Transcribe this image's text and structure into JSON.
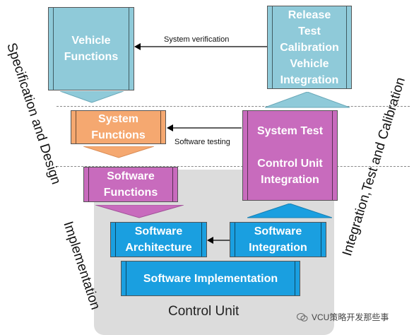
{
  "boxes": {
    "vehicle_functions": "Vehicle\nFunctions",
    "release": "Release\nTest\nCalibration\nVehicle\nIntegration",
    "system_functions": "System\nFunctions",
    "system_test": "System Test\n\nControl Unit\nIntegration",
    "software_functions": "Software\nFunctions",
    "software_architecture": "Software\nArchitecture",
    "software_integration": "Software\nIntegration",
    "software_implementation": "Software Implementation"
  },
  "arrows": {
    "system_verification": "System verification",
    "software_testing": "Software testing"
  },
  "side_labels": {
    "left": "Specification and Design",
    "middle": "Implementation",
    "right": "Integration,Test and Calibration"
  },
  "region": {
    "control_unit": "Control Unit"
  },
  "watermark": "VCU策略开发那些事",
  "colors": {
    "light_blue": "#8fcad9",
    "orange": "#f5a870",
    "purple": "#c86bbd",
    "blue": "#1a9fe0",
    "region_gray": "#dcdcdc"
  }
}
